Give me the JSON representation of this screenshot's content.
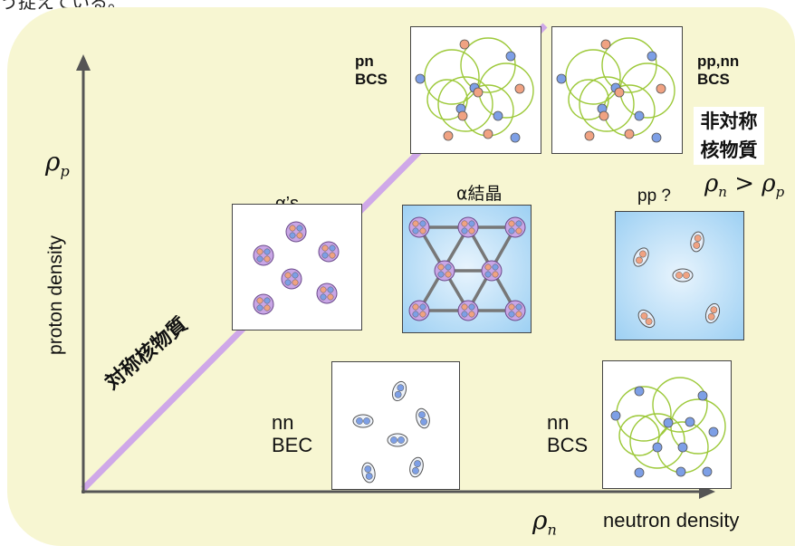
{
  "top_note": "う捉えている。",
  "axes": {
    "y_symbol": "ρ",
    "y_symbol_sub": "p",
    "y_label": "proton density",
    "x_symbol": "ρ",
    "x_symbol_sub": "n",
    "x_label": "neutron density"
  },
  "diagonal_label": "対称核物質",
  "asymmetric": {
    "label_line1": "非対称",
    "label_line2": "核物質",
    "relation": "ρn > ρp"
  },
  "panels": {
    "pn_bcs": {
      "line1": "pn",
      "line2": "BCS"
    },
    "ppnn_bcs": {
      "line1": "pp,nn",
      "line2": "BCS"
    },
    "alphas": {
      "label": "α’s"
    },
    "alpha_crystal": {
      "label": "α結晶"
    },
    "pp": {
      "label": "pp ?"
    },
    "nn_bec": {
      "line1": "nn",
      "line2": "BEC"
    },
    "nn_bcs": {
      "line1": "nn",
      "line2": "BCS"
    }
  },
  "colors": {
    "background": "#f7f6d2",
    "diagonal": "#cfa8e8",
    "proton": "#f0a282",
    "neutron": "#7d9fe6",
    "alpha": "#b894d8",
    "pair_ring": "#9dc93a"
  }
}
